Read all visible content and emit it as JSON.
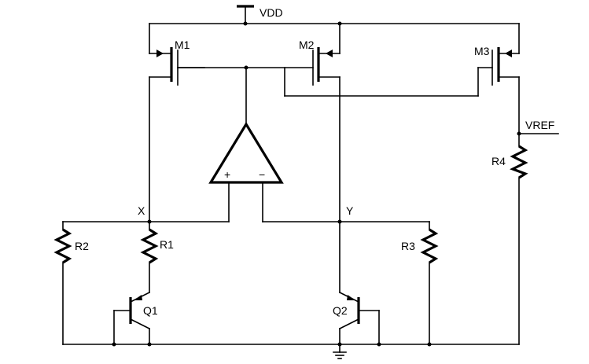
{
  "labels": {
    "vdd": "VDD",
    "vref": "VREF",
    "m1": "M1",
    "m2": "M2",
    "m3": "M3",
    "r1": "R1",
    "r2": "R2",
    "r3": "R3",
    "r4": "R4",
    "q1": "Q1",
    "q2": "Q2",
    "node_x": "X",
    "node_y": "Y",
    "opamp_plus": "+",
    "opamp_minus": "−"
  }
}
